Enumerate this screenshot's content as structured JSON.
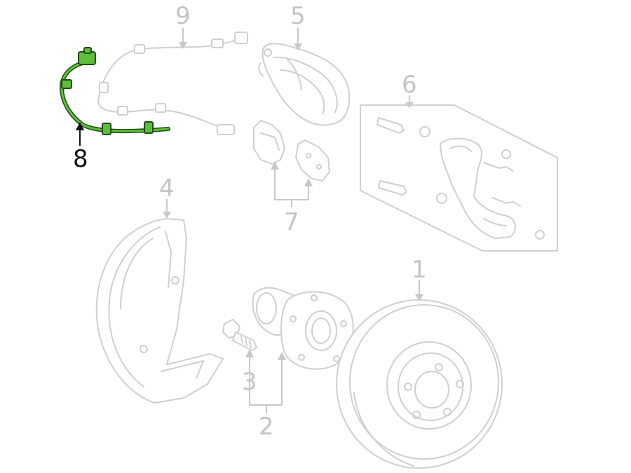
{
  "callouts": {
    "c1": "1",
    "c2": "2",
    "c3": "3",
    "c4": "4",
    "c5": "5",
    "c6": "6",
    "c7": "7",
    "c8": "8",
    "c9": "9"
  },
  "highlight": {
    "part_number": "8",
    "color": "#5fbf3c",
    "outline_color": "#1e4d14"
  },
  "colors": {
    "parts": "#cfcfcf",
    "labels": "#c4c4c4",
    "active_label": "#111111"
  }
}
